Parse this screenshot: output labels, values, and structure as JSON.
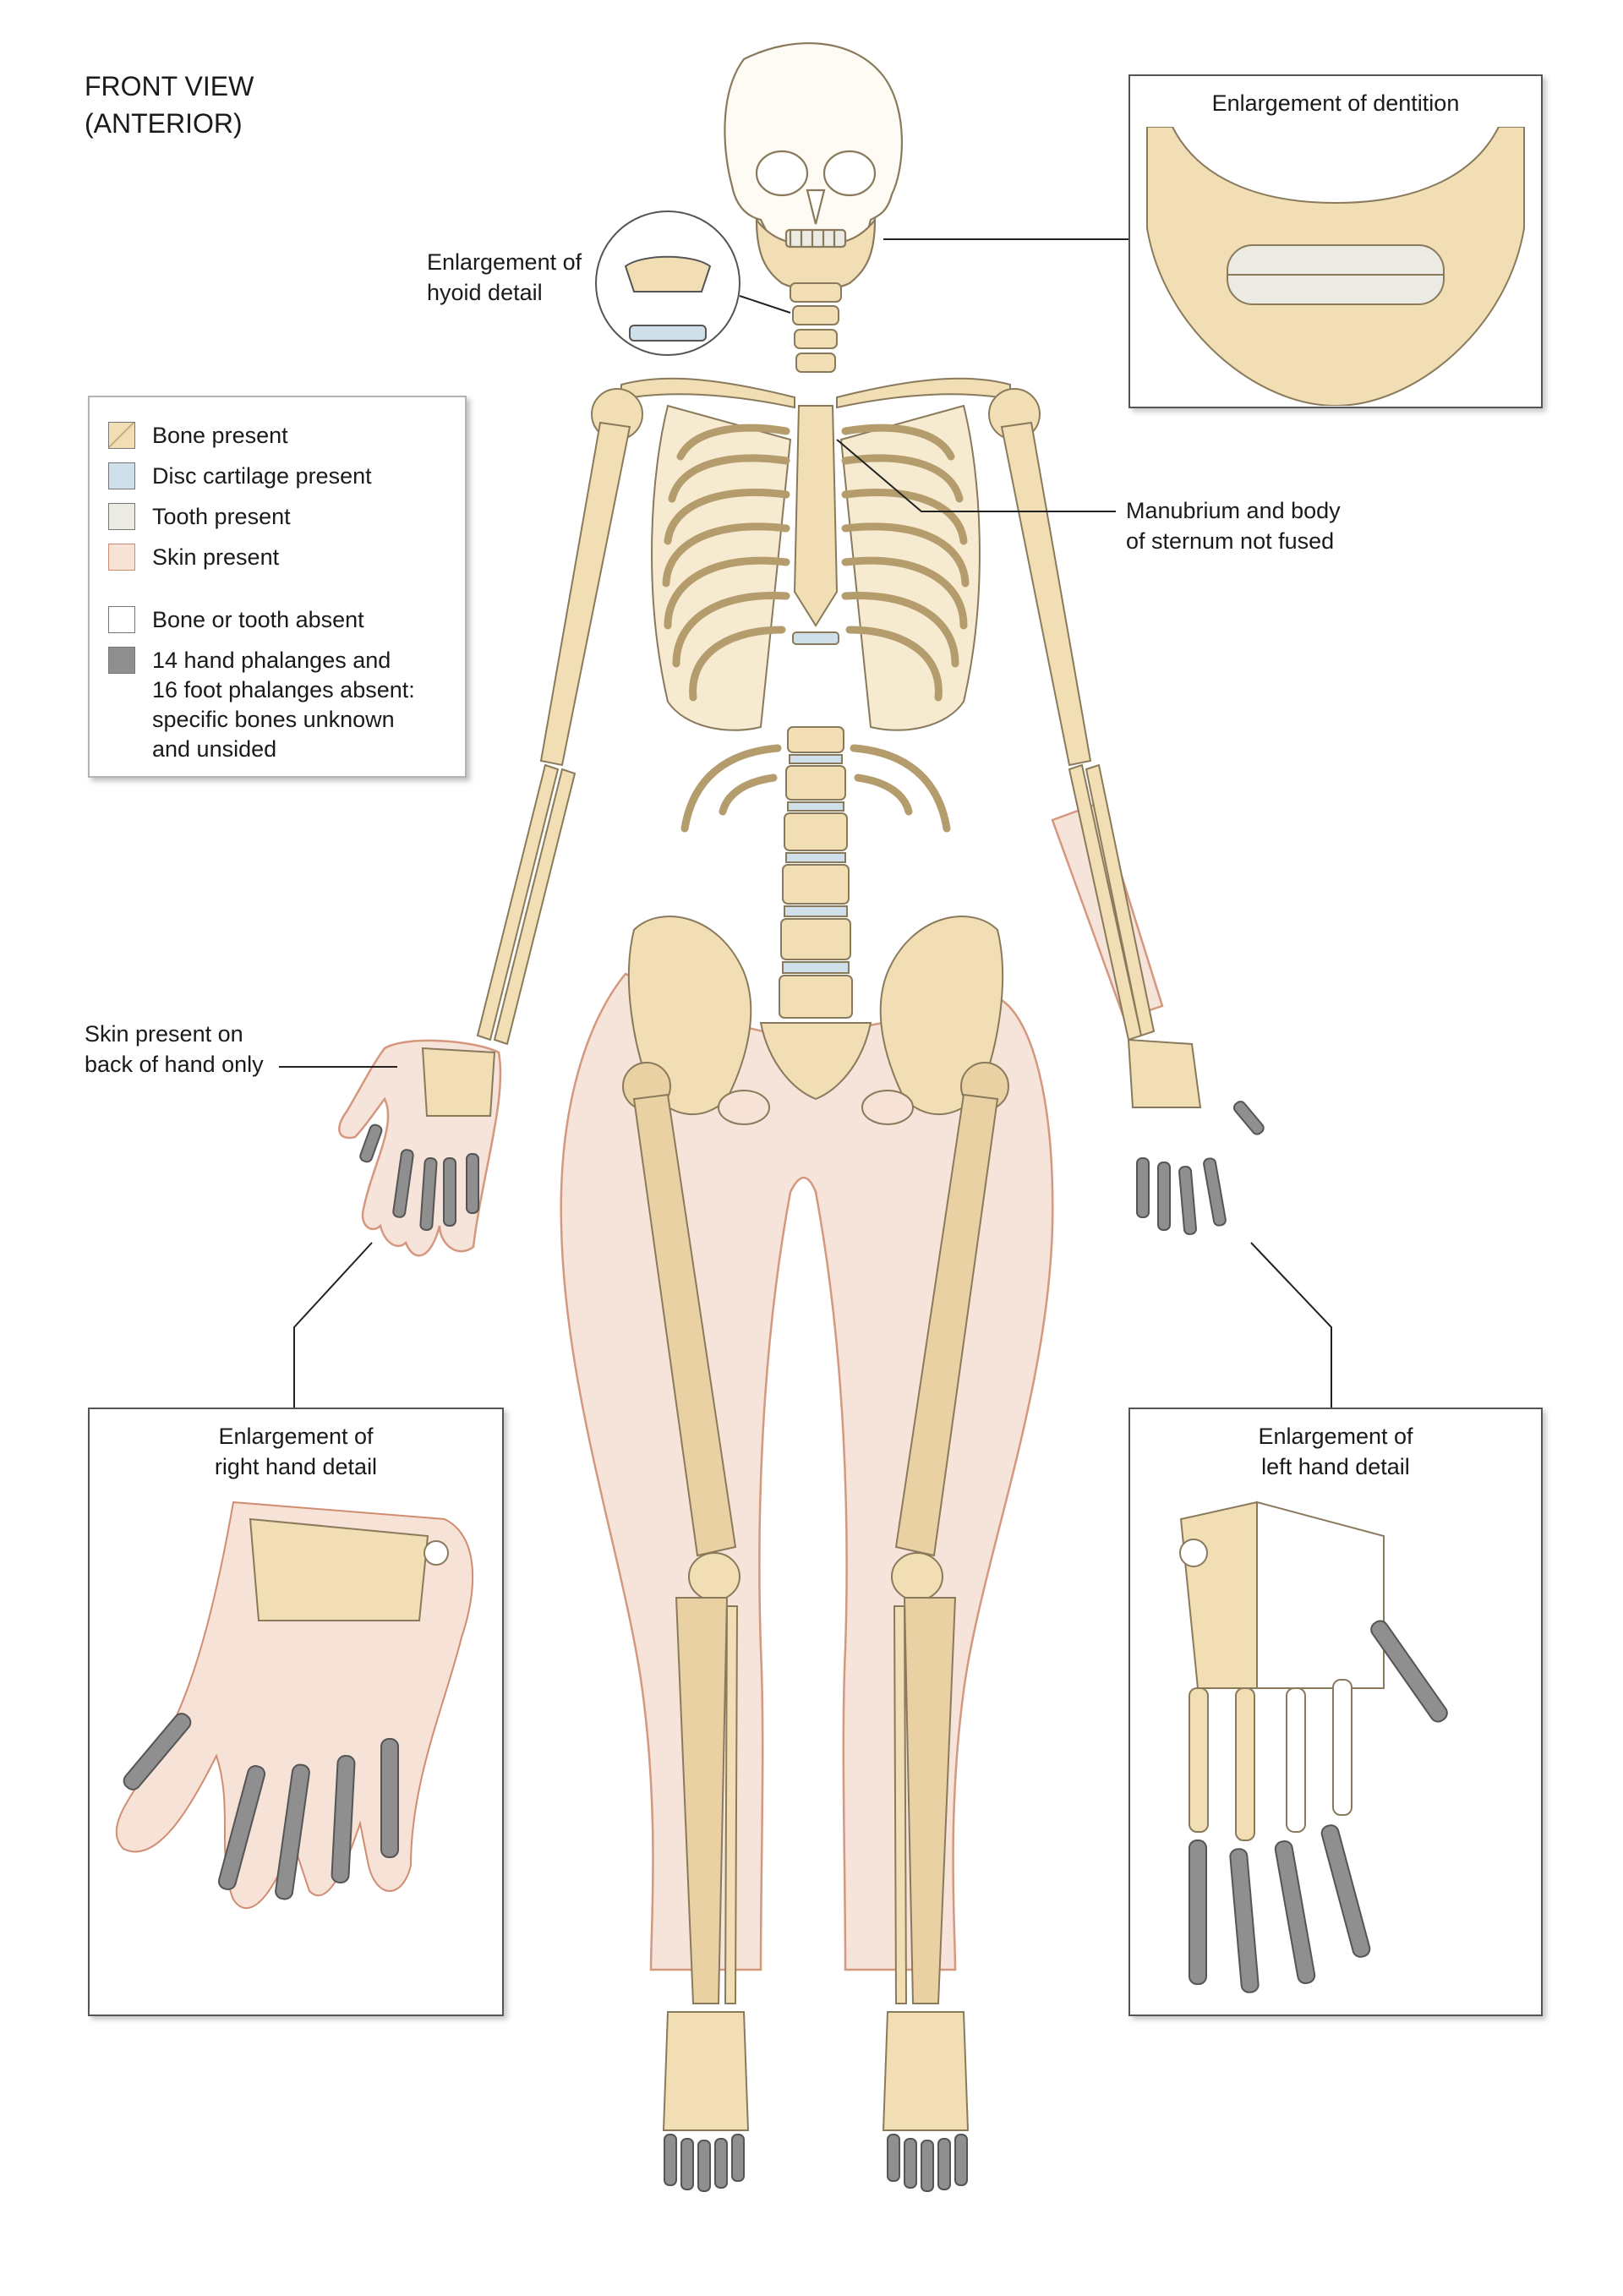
{
  "title": "FRONT VIEW\n(ANTERIOR)",
  "colors": {
    "bone": "#f1deb5",
    "bone_outline": "#8a7a5c",
    "disc": "#cfe0ea",
    "tooth": "#ecebe3",
    "skin": "#f6e2d6",
    "skin_outline": "#d08d72",
    "absent": "#ffffff",
    "unknown_absent": "#8f8f8f"
  },
  "legend": {
    "items": [
      {
        "label": "Bone present",
        "swatch": "bone"
      },
      {
        "label": "Disc cartilage present",
        "swatch": "disc"
      },
      {
        "label": "Tooth present",
        "swatch": "tooth"
      },
      {
        "label": "Skin present",
        "swatch": "skin"
      },
      {
        "label": "Bone or tooth absent",
        "swatch": "absent"
      },
      {
        "label": "14 hand phalanges and\n16 foot phalanges absent:\nspecific bones unknown\nand unsided",
        "swatch": "unknown"
      }
    ]
  },
  "callouts": {
    "hyoid": "Enlargement of\nhyoid detail",
    "dentition": "Enlargement of dentition",
    "sternum": "Manubrium and body\nof sternum not fused",
    "skin_hand": "Skin present on\nback of hand only",
    "right_hand": "Enlargement of\nright hand detail",
    "left_hand": "Enlargement of\nleft hand detail"
  }
}
